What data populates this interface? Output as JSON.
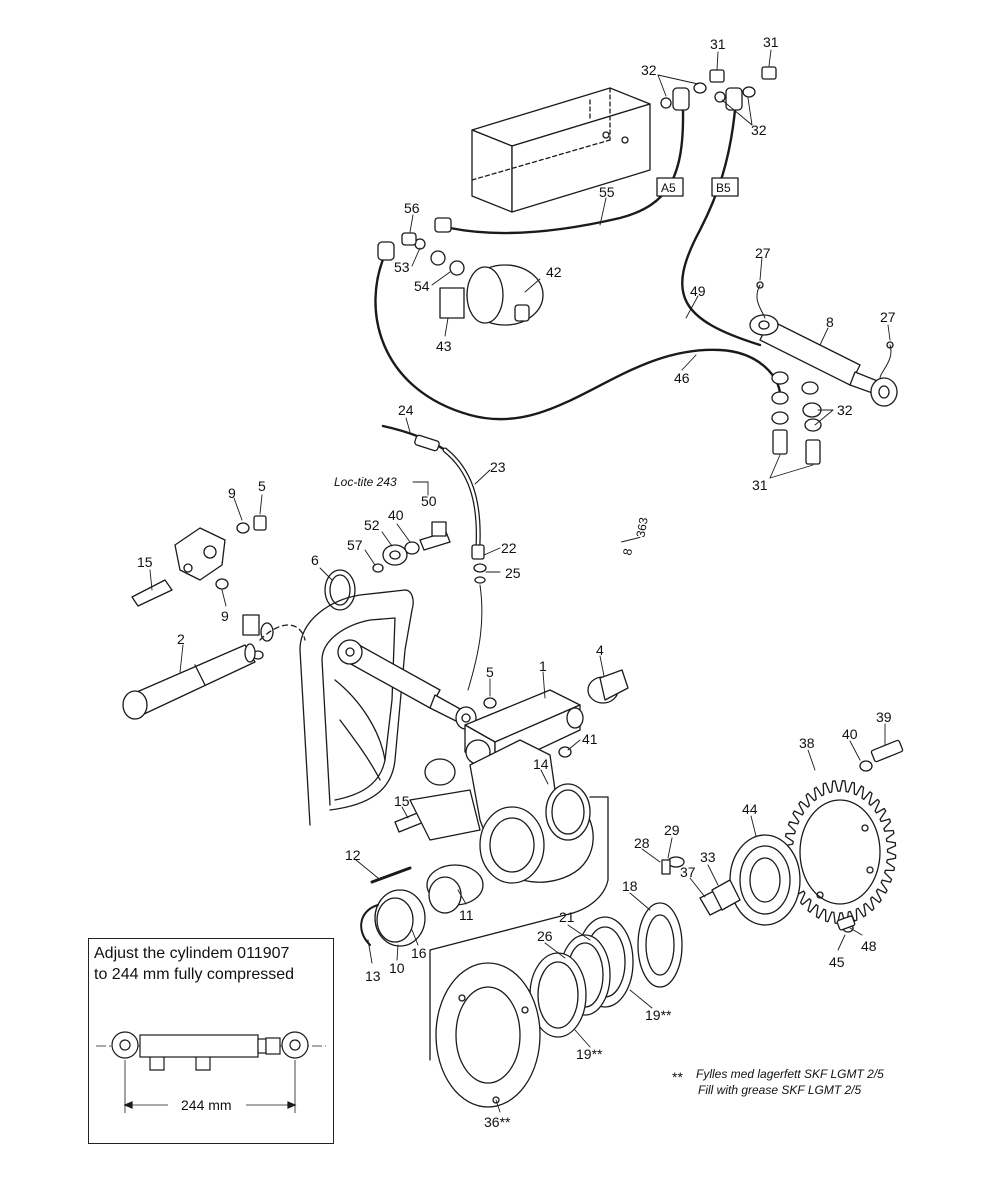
{
  "diagram": {
    "labels": [
      {
        "id": "l31a",
        "text": "31"
      },
      {
        "id": "l31b",
        "text": "31"
      },
      {
        "id": "l32a",
        "text": "32"
      },
      {
        "id": "l32b",
        "text": "32"
      },
      {
        "id": "l56",
        "text": "56"
      },
      {
        "id": "l55",
        "text": "55"
      },
      {
        "id": "l53",
        "text": "53"
      },
      {
        "id": "l42",
        "text": "42"
      },
      {
        "id": "l54",
        "text": "54"
      },
      {
        "id": "l43",
        "text": "43"
      },
      {
        "id": "l27a",
        "text": "27"
      },
      {
        "id": "l27b",
        "text": "27"
      },
      {
        "id": "l49",
        "text": "49"
      },
      {
        "id": "l8",
        "text": "8"
      },
      {
        "id": "l46",
        "text": "46"
      },
      {
        "id": "l32c",
        "text": "32"
      },
      {
        "id": "l31c",
        "text": "31"
      },
      {
        "id": "l24",
        "text": "24"
      },
      {
        "id": "l23",
        "text": "23"
      },
      {
        "id": "l50",
        "text": "50"
      },
      {
        "id": "l9a",
        "text": "9"
      },
      {
        "id": "l5a",
        "text": "5"
      },
      {
        "id": "l52",
        "text": "52"
      },
      {
        "id": "l40a",
        "text": "40"
      },
      {
        "id": "l57",
        "text": "57"
      },
      {
        "id": "l6",
        "text": "6"
      },
      {
        "id": "l22",
        "text": "22"
      },
      {
        "id": "l25",
        "text": "25"
      },
      {
        "id": "l15a",
        "text": "15"
      },
      {
        "id": "l9b",
        "text": "9"
      },
      {
        "id": "l2",
        "text": "2"
      },
      {
        "id": "l1",
        "text": "1"
      },
      {
        "id": "l4",
        "text": "4"
      },
      {
        "id": "l5b",
        "text": "5"
      },
      {
        "id": "l41",
        "text": "41"
      },
      {
        "id": "l14",
        "text": "14"
      },
      {
        "id": "l15b",
        "text": "15"
      },
      {
        "id": "l39",
        "text": "39"
      },
      {
        "id": "l40b",
        "text": "40"
      },
      {
        "id": "l38",
        "text": "38"
      },
      {
        "id": "l12",
        "text": "12"
      },
      {
        "id": "l11",
        "text": "11"
      },
      {
        "id": "l28",
        "text": "28"
      },
      {
        "id": "l29",
        "text": "29"
      },
      {
        "id": "l44",
        "text": "44"
      },
      {
        "id": "l33",
        "text": "33"
      },
      {
        "id": "l37",
        "text": "37"
      },
      {
        "id": "l18",
        "text": "18"
      },
      {
        "id": "l21",
        "text": "21"
      },
      {
        "id": "l26",
        "text": "26"
      },
      {
        "id": "l13",
        "text": "13"
      },
      {
        "id": "l10",
        "text": "10"
      },
      {
        "id": "l16",
        "text": "16"
      },
      {
        "id": "l48",
        "text": "48"
      },
      {
        "id": "l45",
        "text": "45"
      },
      {
        "id": "l19a",
        "text": "19**"
      },
      {
        "id": "l19b",
        "text": "19**"
      },
      {
        "id": "l36",
        "text": "36**"
      }
    ],
    "connectors": {
      "a5": "A5",
      "b5": "B5"
    },
    "loctite": "Loc-tite 243",
    "page_ref": {
      "num": "8",
      "den": "363"
    },
    "grease_note": {
      "stars": "**",
      "line1": "Fylles med lagerfett SKF LGMT 2/5",
      "line2": "Fill with grease SKF LGMT 2/5"
    }
  },
  "inset": {
    "line1": "Adjust the cylindem 011907",
    "line2": "to 244 mm fully compressed",
    "dimension": "244 mm"
  }
}
